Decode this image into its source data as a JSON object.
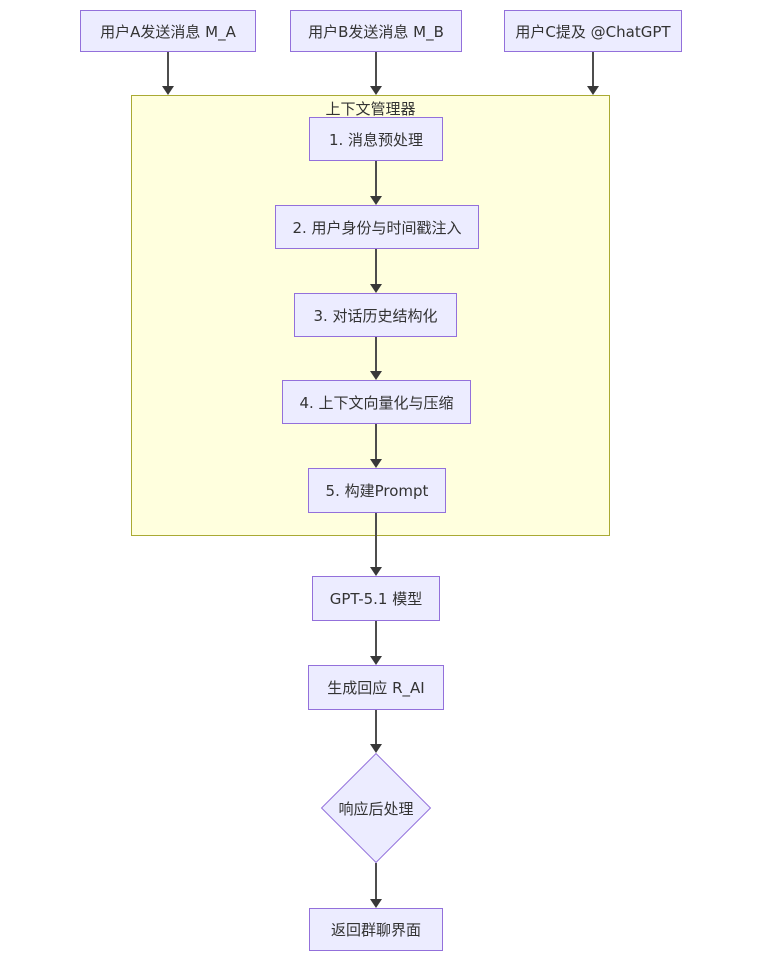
{
  "diagram": {
    "nodes": {
      "user_a": "用户A发送消息 M_A",
      "user_b": "用户B发送消息 M_B",
      "user_c": "用户C提及 @ChatGPT",
      "model": "GPT-5.1 模型",
      "response": "生成回应 R_AI",
      "decision": "响应后处理",
      "final": "返回群聊界面"
    },
    "container": {
      "title": "上下文管理器"
    },
    "steps": [
      "1. 消息预处理",
      "2. 用户身份与时间戳注入",
      "3. 对话历史结构化",
      "4. 上下文向量化与压缩",
      "5. 构建Prompt"
    ],
    "colors": {
      "node_fill": "#ECECFF",
      "node_border": "#9370DB",
      "container_fill": "#FFFFDE",
      "container_border": "#AAAA33",
      "edge_color": "#333333",
      "text_color": "#333333",
      "background": "#FFFFFF"
    }
  }
}
